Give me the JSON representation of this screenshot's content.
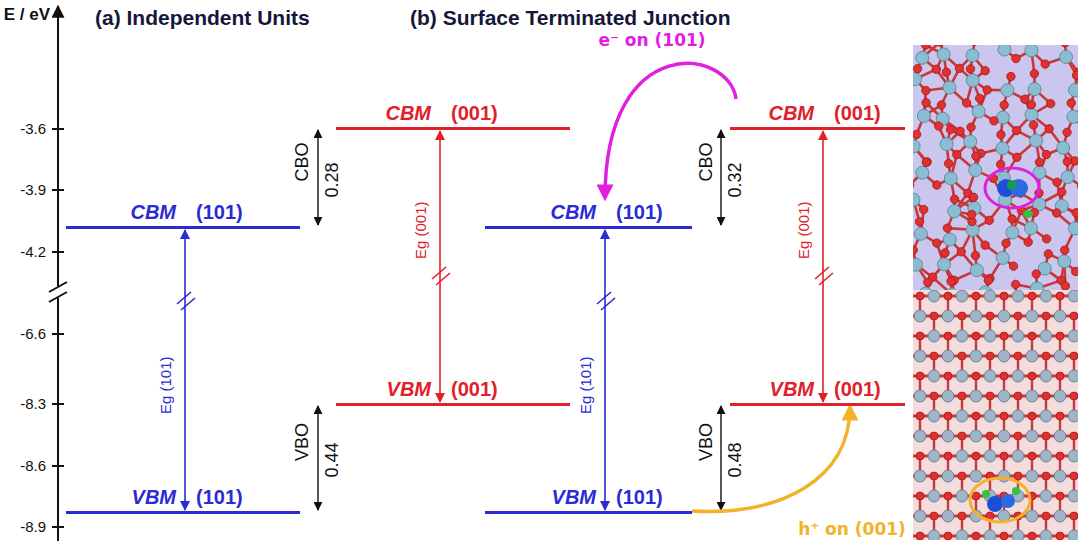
{
  "diagram": {
    "nodes": [
      {
        "text": [
          "CBM",
          "(101)"
        ]
      },
      {
        "text": [
          "CBM",
          "(001)"
        ]
      },
      {
        "text": [
          "VBM",
          "(001)"
        ]
      },
      {
        "text": [
          "VBM",
          "(101)"
        ]
      },
      {
        "text": [
          "CBM",
          "(101)"
        ]
      },
      {
        "text": [
          "CBM",
          "(001)"
        ]
      },
      {
        "text": [
          "VBM",
          "(001)"
        ]
      },
      {
        "text": [
          "VBM",
          "(101)"
        ]
      }
    ],
    "edges": [
      {
        "from": 5,
        "to": 4,
        "arrow": "to",
        "label": "e⁻ on (101)"
      },
      {
        "from": 7,
        "to": 6,
        "arrow": "to",
        "label": "h⁺ on (001)"
      }
    ],
    "labels": [
      "E / eV",
      "-3.6",
      "-3.9",
      "-4.2",
      "-6.6",
      "-8.3",
      "-8.6",
      "-8.9",
      "(a) Independent Units",
      "(b) Surface Terminated Junction",
      "CBO",
      "0.28",
      "VBO",
      "0.44",
      "Eg (101)",
      "Eg (001)",
      "CBO",
      "0.32",
      "VBO",
      "0.48",
      "Eg (101)",
      "Eg (001)"
    ]
  }
}
